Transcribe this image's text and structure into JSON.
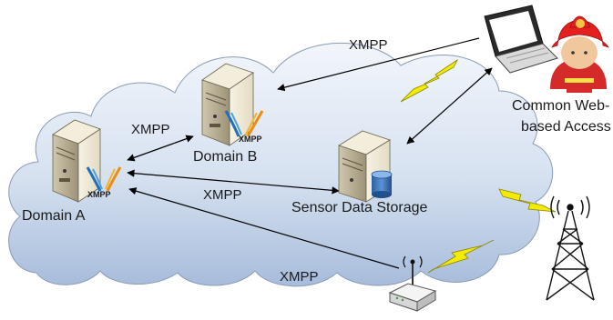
{
  "diagram": {
    "nodes": {
      "domain_a": {
        "label": "Domain A",
        "logo_text": "XMPP"
      },
      "domain_b": {
        "label": "Domain B",
        "logo_text": "XMPP"
      },
      "storage": {
        "label": "Sensor Data Storage"
      },
      "web_access": {
        "label_line1": "Common Web-",
        "label_line2": "based Access"
      }
    },
    "edge_labels": {
      "laptop_to_b": "XMPP",
      "a_to_b": "XMPP",
      "a_to_storage": "XMPP",
      "a_to_sensor": "XMPP"
    },
    "icons": [
      "cloud",
      "server-icon",
      "database-icon",
      "laptop-icon",
      "firefighter-icon",
      "lightning-icon",
      "radio-tower-icon",
      "sensor-router-icon",
      "xmpp-logo-icon"
    ],
    "colors": {
      "cloud_top": "#eef3f9",
      "cloud_bottom": "#a9bddb",
      "lightning": "#f4ec00",
      "line": "#000000"
    }
  }
}
